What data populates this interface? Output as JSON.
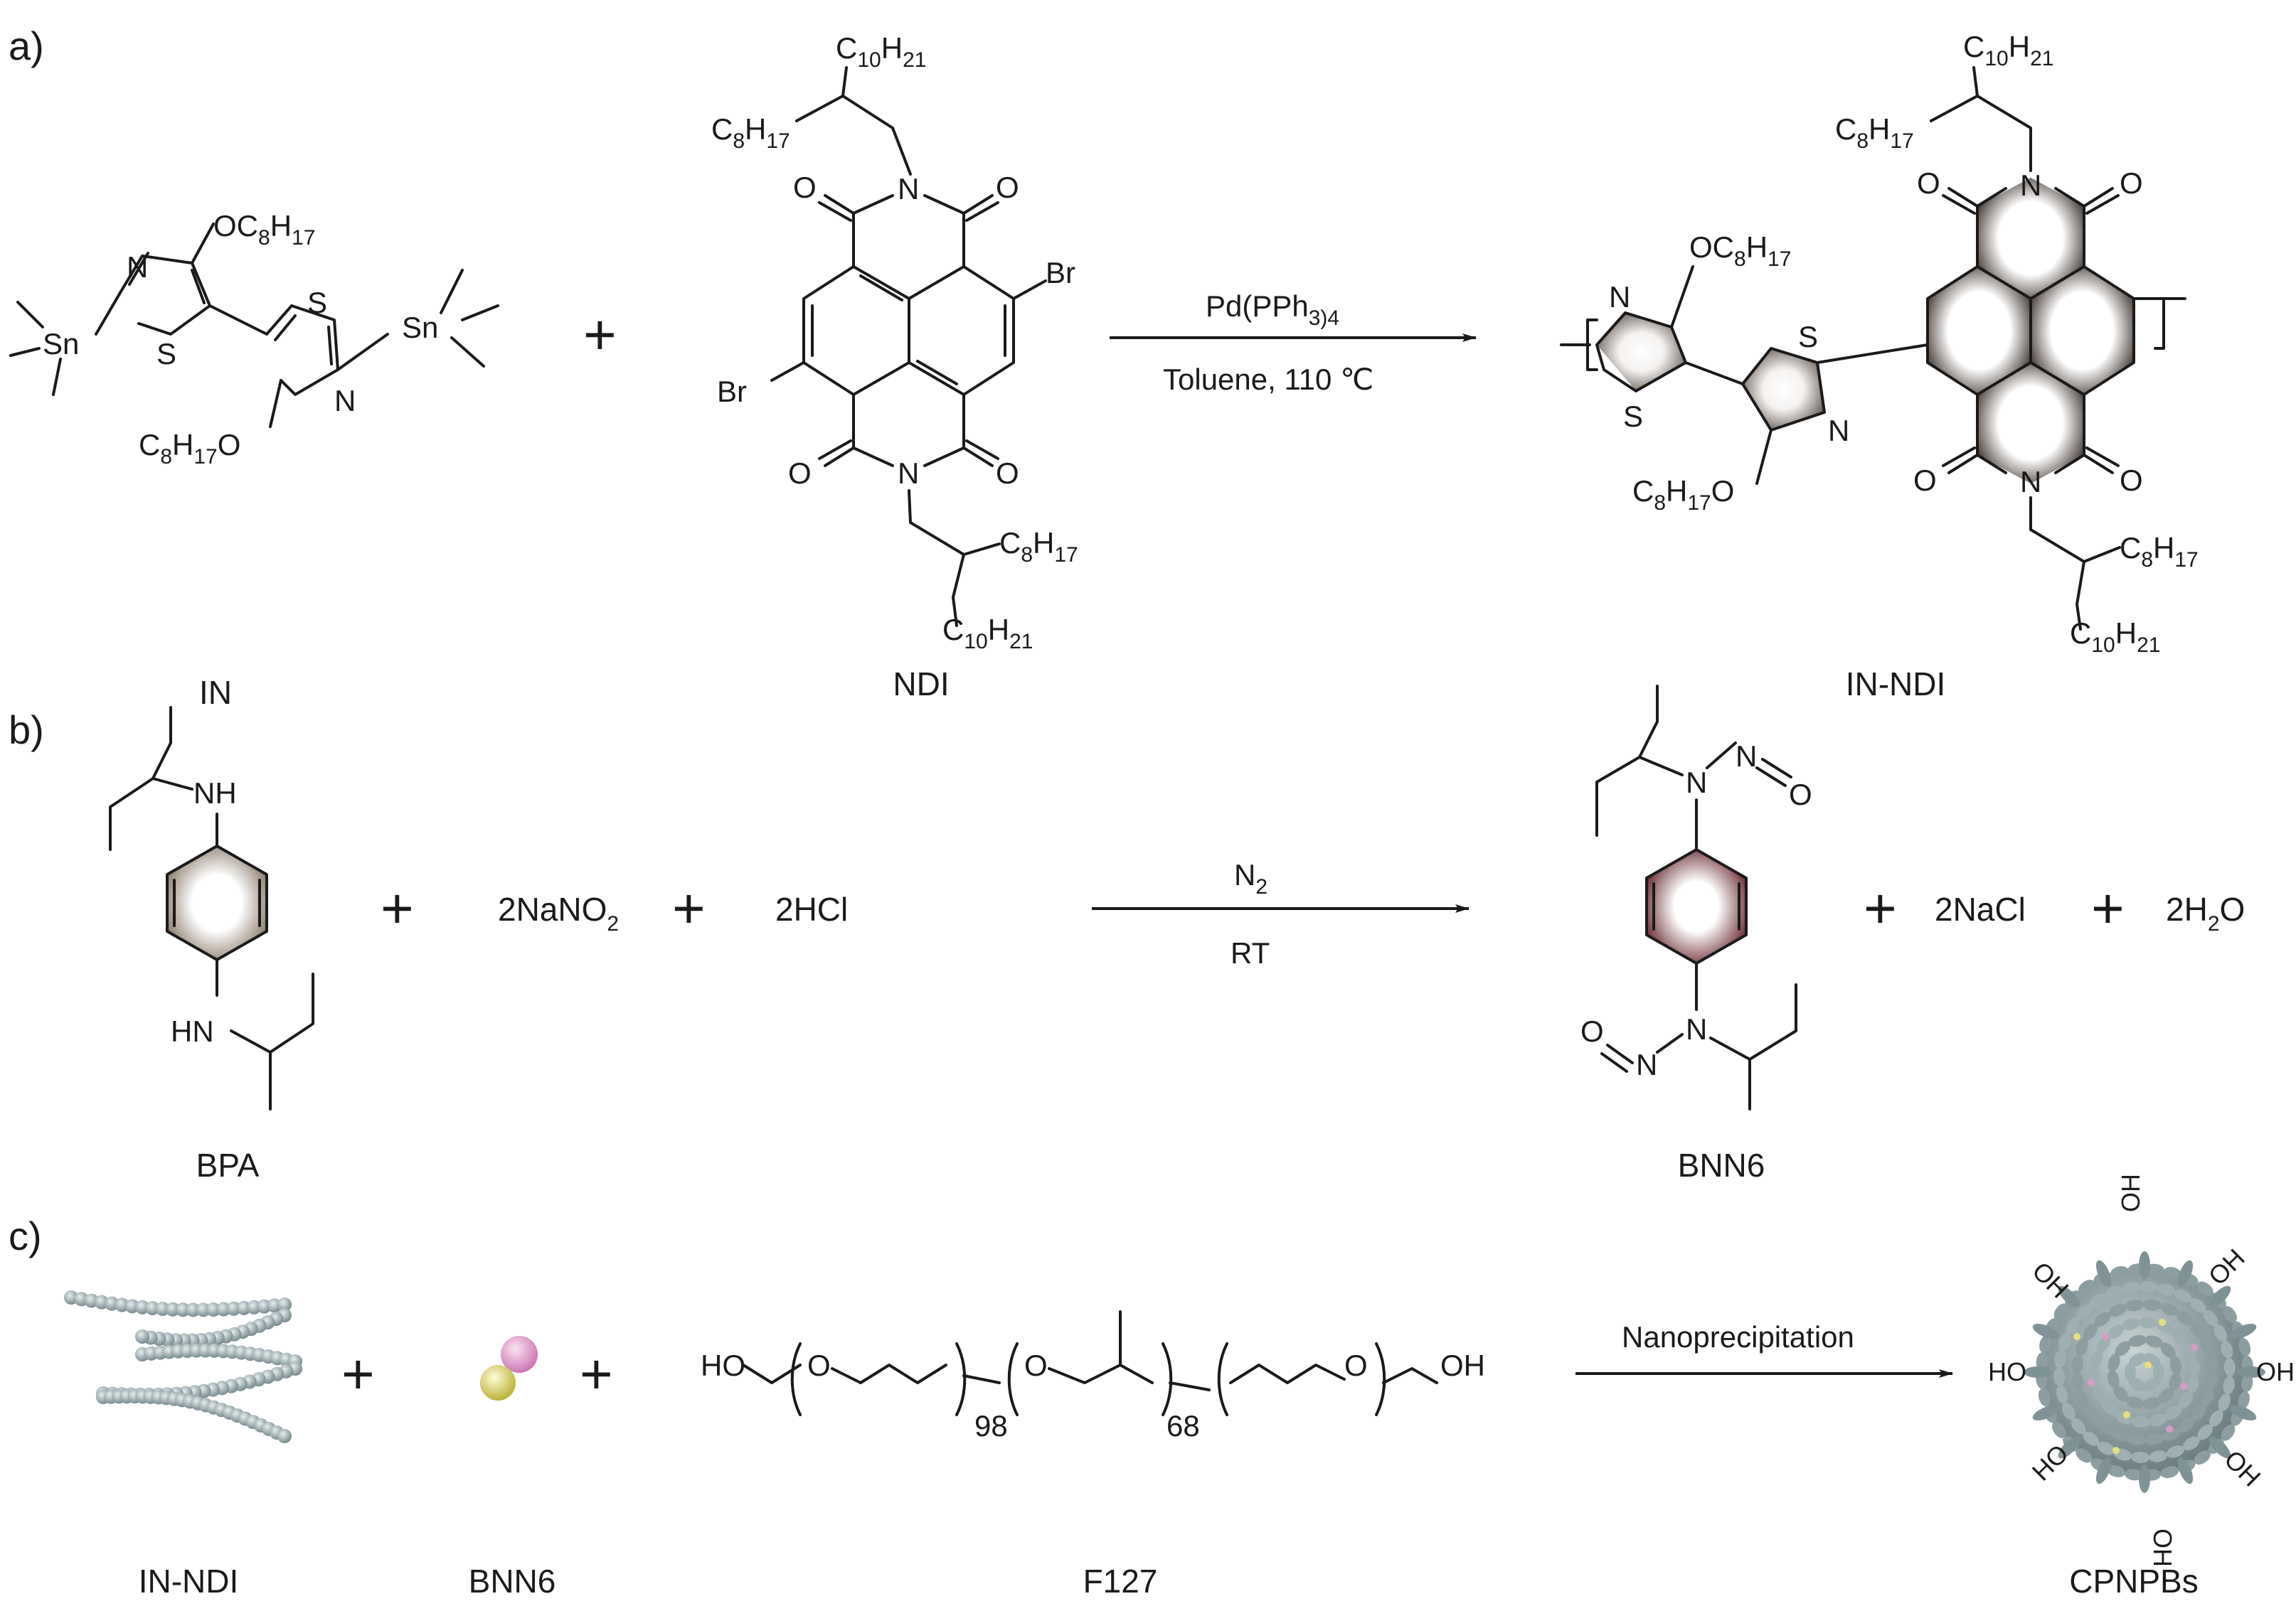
{
  "panels": [
    {
      "label": "a)"
    },
    {
      "label": "b)"
    },
    {
      "label": "c)"
    }
  ],
  "reaction_a": {
    "plus": "+",
    "condition_above": "Pd(PPh",
    "condition_above_sub": "3)4",
    "condition_below": "Toluene,  110 ℃",
    "reactant2_name": "NDI",
    "product_name": "IN-NDI",
    "groups": {
      "c10h21": {
        "base1": "C",
        "sub1": "10",
        "base2": "H",
        "sub2": "21"
      },
      "c8h17": {
        "base1": "C",
        "sub1": "8",
        "base2": "H",
        "sub2": "17"
      },
      "oc8h17": {
        "base1": "OC",
        "sub1": "8",
        "base2": "H",
        "sub2": "17"
      },
      "c8h17o": {
        "base1": "C",
        "sub1": "8",
        "base2": "H",
        "sub2": "17",
        "tail": "O"
      }
    },
    "atoms": {
      "n": "N",
      "s": "S",
      "o": "O",
      "sn": "Sn",
      "br": "Br"
    }
  },
  "reaction_b": {
    "top_label": "IN",
    "reactant_name": "BPA",
    "reagent1": "2NaNO",
    "reagent1_sub": "2",
    "reagent2": "2HCl",
    "condition_above": "N",
    "condition_above_sub": "2",
    "condition_below": "RT",
    "product_name": "BNN6",
    "byproduct1": "2NaCl",
    "byproduct2": "2H",
    "byproduct2_sub": "2",
    "byproduct2_tail": "O",
    "plus": "+",
    "atoms": {
      "nh": "NH",
      "hn": "HN",
      "n": "N",
      "o": "O"
    }
  },
  "reaction_c": {
    "names": [
      "IN-NDI",
      "BNN6",
      "F127",
      "CPNPBs"
    ],
    "condition_above": "Nanoprecipitation",
    "plus": "+",
    "f127": {
      "ho": "HO",
      "oh": "OH",
      "o": "O",
      "n1": "98",
      "n2": "68"
    },
    "surface_group": "OH",
    "surface_group_rev": "HO"
  },
  "colors": {
    "ink": "#1a1a1a",
    "chain": "#8fa0a2",
    "ndi_shade": "#5e544c",
    "bpa_shade": "#8d7e6e",
    "bnn6_shade": "#6e3036",
    "sphere_pink": "#d99ac6",
    "sphere_yellow": "#e7e07a"
  }
}
